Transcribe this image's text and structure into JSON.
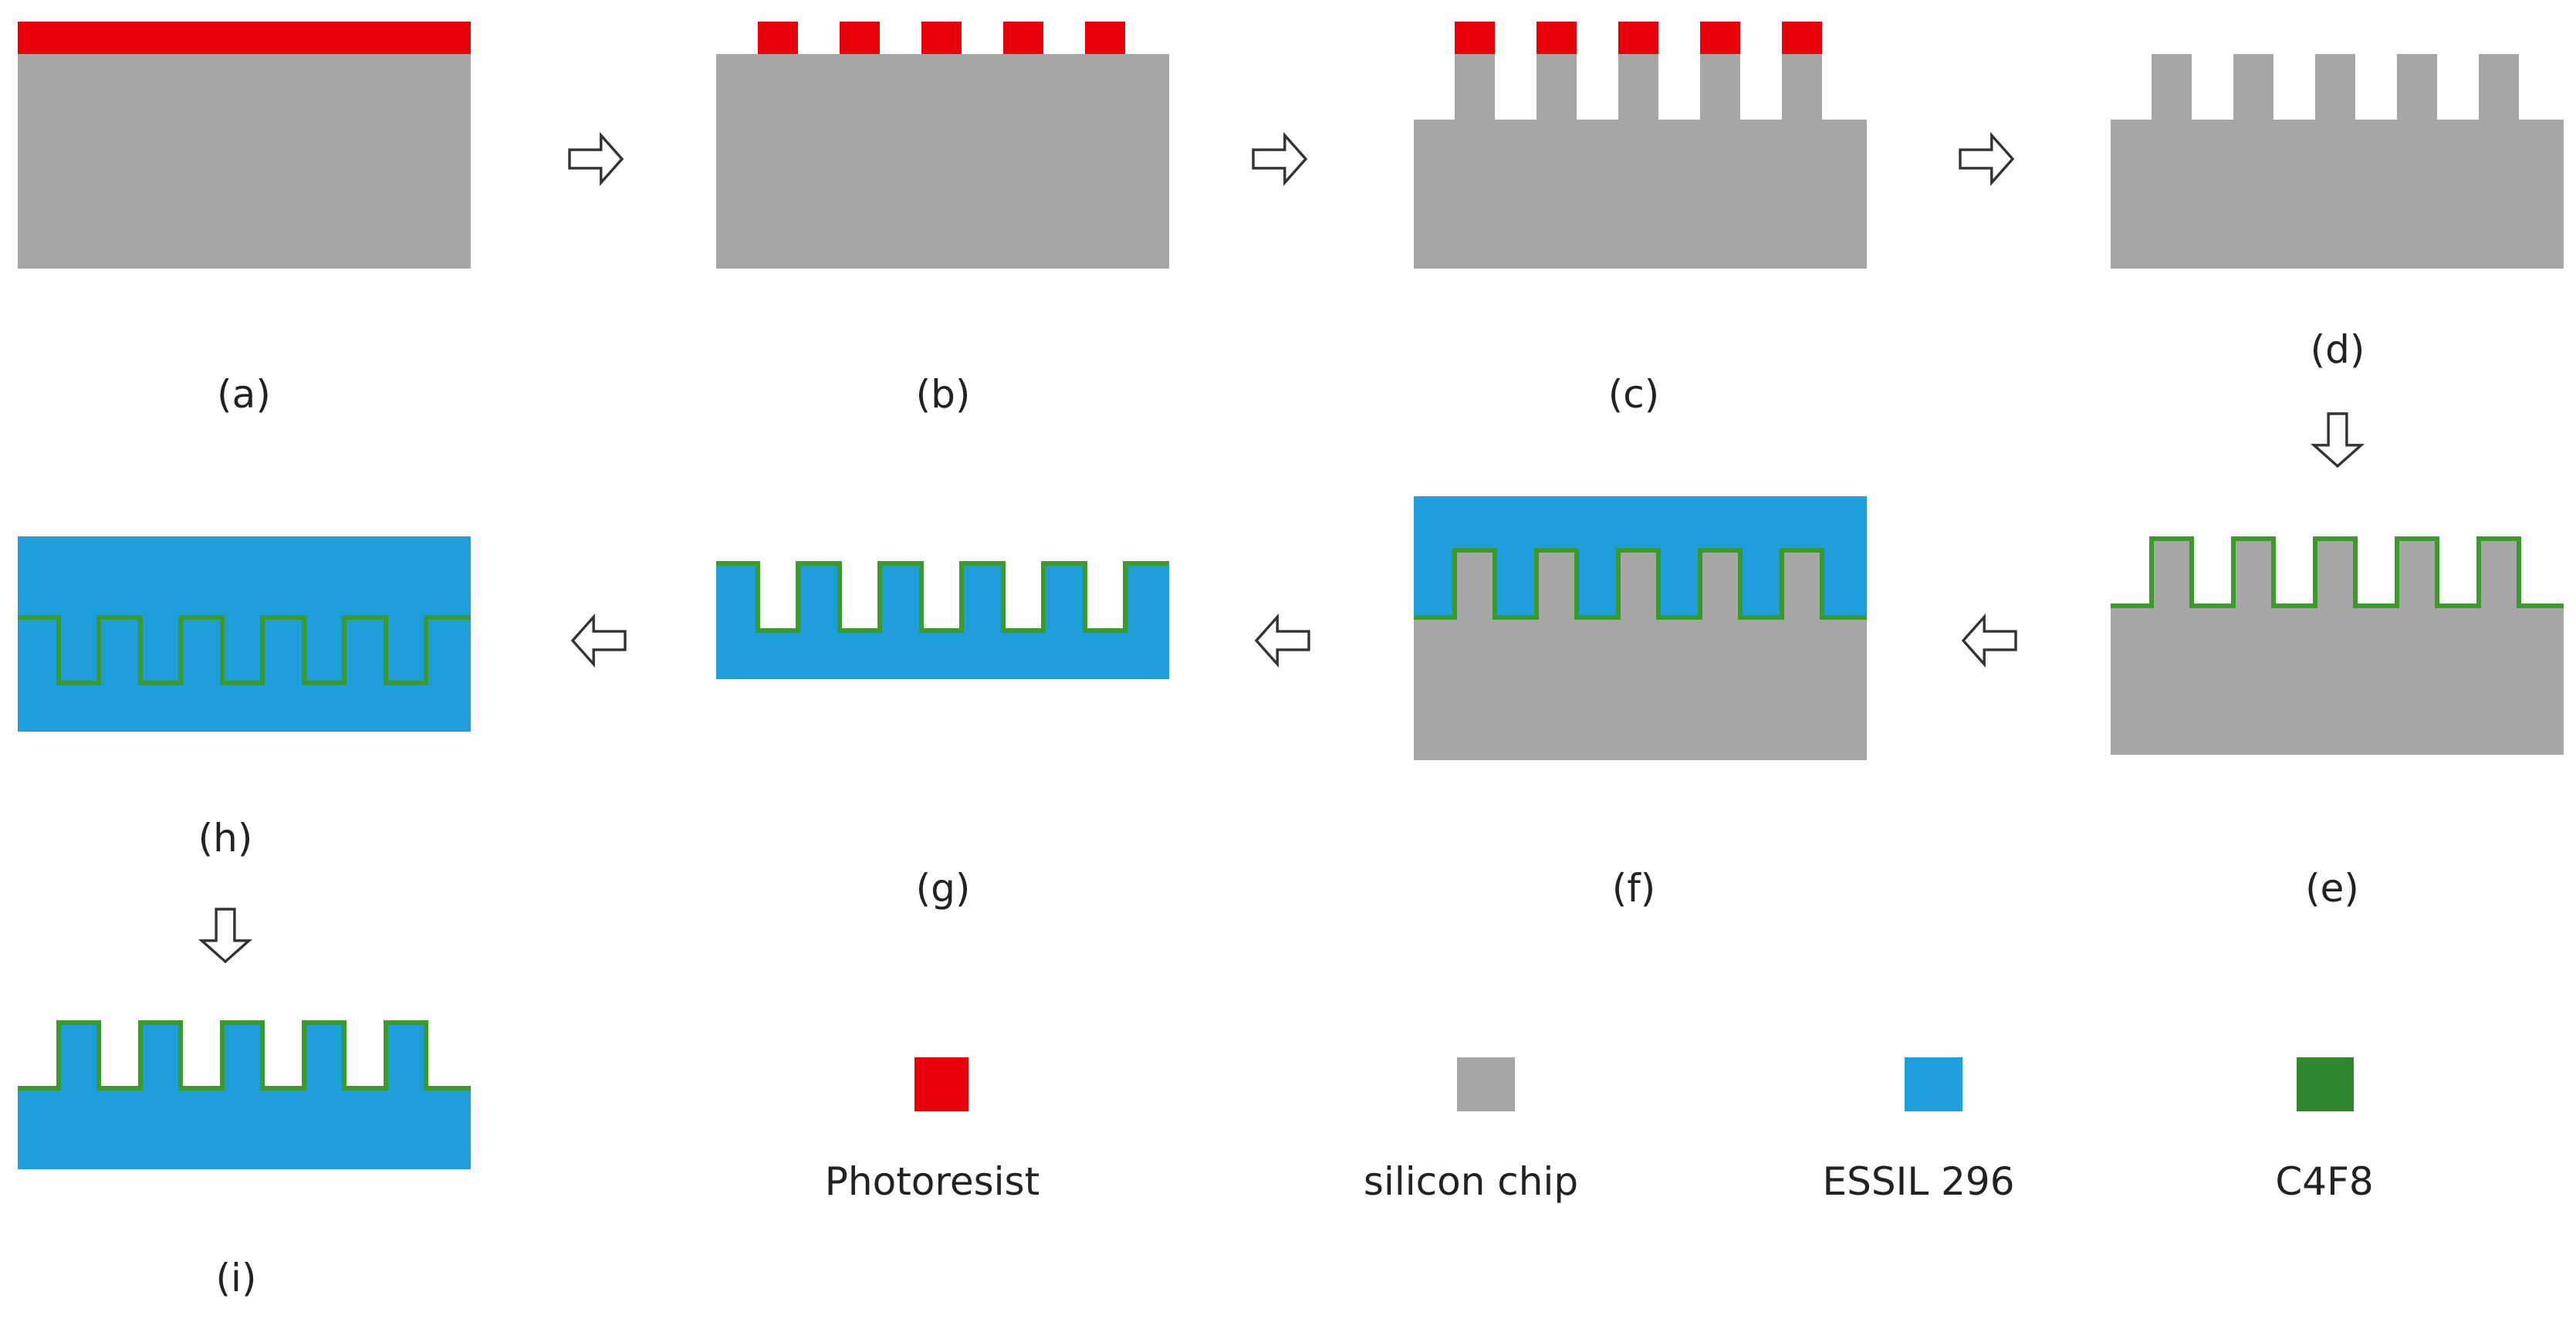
{
  "colors": {
    "photoresist": "#e8000b",
    "silicon": "#a6a6a6",
    "essil": "#1e9fdc",
    "c4f8": "#2f862c",
    "c4f8_line": "#3a9a2a",
    "arrow_stroke": "#333333",
    "label": "#222222"
  },
  "steps": [
    {
      "id": "a",
      "label": "(a)"
    },
    {
      "id": "b",
      "label": "(b)"
    },
    {
      "id": "c",
      "label": "(c)"
    },
    {
      "id": "d",
      "label": "(d)"
    },
    {
      "id": "e",
      "label": "(e)"
    },
    {
      "id": "f",
      "label": "(f)"
    },
    {
      "id": "g",
      "label": "(g)"
    },
    {
      "id": "h",
      "label": "(h)"
    },
    {
      "id": "i",
      "label": "(i)"
    }
  ],
  "arrows": [
    {
      "name": "arrow-a-to-b",
      "direction": "right"
    },
    {
      "name": "arrow-b-to-c",
      "direction": "right"
    },
    {
      "name": "arrow-c-to-d",
      "direction": "right"
    },
    {
      "name": "arrow-d-to-e",
      "direction": "down"
    },
    {
      "name": "arrow-e-to-f",
      "direction": "left"
    },
    {
      "name": "arrow-f-to-g",
      "direction": "left"
    },
    {
      "name": "arrow-g-to-h",
      "direction": "left"
    },
    {
      "name": "arrow-h-to-i",
      "direction": "down"
    }
  ],
  "legend": [
    {
      "name": "photoresist",
      "label": "Photoresist",
      "color": "#e8000b"
    },
    {
      "name": "silicon-chip",
      "label": "silicon chip",
      "color": "#a6a6a6"
    },
    {
      "name": "essil-296",
      "label": "ESSIL 296",
      "color": "#1e9fdc"
    },
    {
      "name": "c4f8",
      "label": "C4F8",
      "color": "#2f862c"
    }
  ]
}
